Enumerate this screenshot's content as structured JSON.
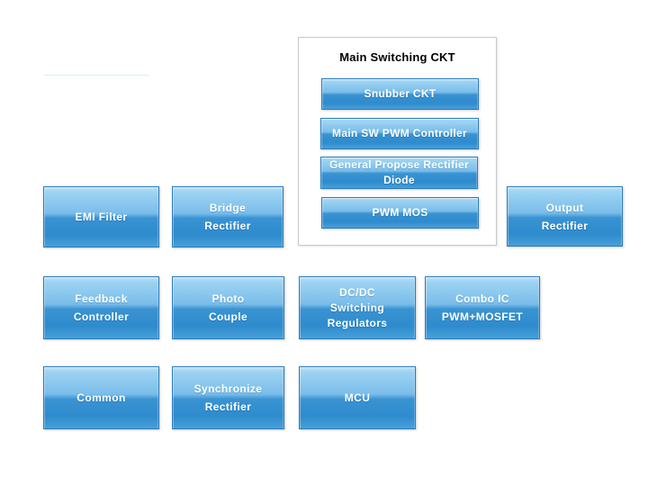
{
  "colors": {
    "button_border": "#2d7ab8",
    "button_gradient_top": "#bce1f7",
    "button_gradient_light": "#7abdea",
    "button_gradient_dark": "#2e8bcd",
    "button_gradient_bottom": "#47a0d8",
    "group_border": "#c9c9c9",
    "group_background": "#ffffff",
    "title_color": "#000000",
    "label_color": "#ffffff",
    "divider_line_color": "#d2f5f2",
    "page_background": "#ffffff"
  },
  "main_group": {
    "title": "Main Switching CKT",
    "buttons": [
      {
        "label": [
          "Snubber CKT"
        ]
      },
      {
        "label": [
          "Main SW PWM Controller"
        ]
      },
      {
        "label": [
          "General Propose Rectifier",
          "Diode"
        ]
      },
      {
        "label": [
          "PWM MOS"
        ]
      }
    ]
  },
  "blocks": [
    {
      "label": [
        "EMI Filter"
      ]
    },
    {
      "label": [
        "Bridge",
        "Rectifier"
      ]
    },
    {
      "label": [
        "Output",
        "Rectifier"
      ]
    },
    {
      "label": [
        "Feedback",
        "Controller"
      ]
    },
    {
      "label": [
        "Photo",
        "Couple"
      ]
    },
    {
      "label": [
        "DC/DC",
        "Switching",
        "Regulators"
      ]
    },
    {
      "label": [
        "Combo IC",
        "PWM+MOSFET"
      ]
    },
    {
      "label": [
        "Common"
      ]
    },
    {
      "label": [
        "Synchronize",
        "Rectifier"
      ]
    },
    {
      "label": [
        "MCU"
      ]
    }
  ]
}
